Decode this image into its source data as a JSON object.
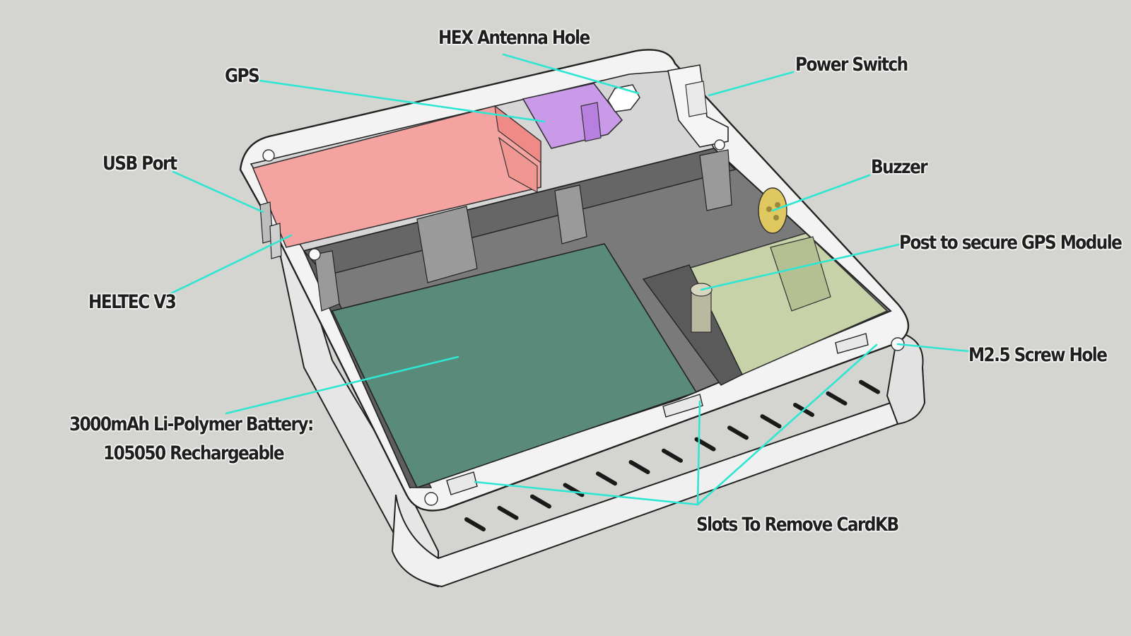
{
  "labels": {
    "hex_antenna_hole": "HEX Antenna Hole",
    "gps": "GPS",
    "power_switch": "Power Switch",
    "usb_port": "USB Port",
    "buzzer": "Buzzer",
    "post_gps": "Post to secure GPS Module",
    "heltec": "HELTEC V3",
    "m25_screw_hole": "M2.5 Screw Hole",
    "battery_line1": "3000mAh Li-Polymer Battery:",
    "battery_line2": "105050 Rechargeable",
    "slots": "Slots To Remove CardKB"
  },
  "colors": {
    "background": "#d4d4d0",
    "callout_line": "#2ee6d2",
    "gps_region": "#f5a3a0",
    "antenna_region": "#c89ae8",
    "battery_region": "#5a8a7a",
    "gps_module_region": "#c8d2a8",
    "enclosure": "#f2f2f2"
  }
}
